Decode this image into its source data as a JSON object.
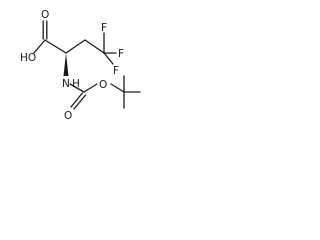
{
  "molecule": {
    "atoms": {
      "oh_acid": "HO",
      "o_carbonyl_acid": "O",
      "f_top": "F",
      "f_right": "F",
      "f_bottom": "F",
      "nh": "N",
      "nh_h": "H",
      "o_carbamate_carbonyl": "O",
      "o_carbamate_ether": "O"
    }
  }
}
